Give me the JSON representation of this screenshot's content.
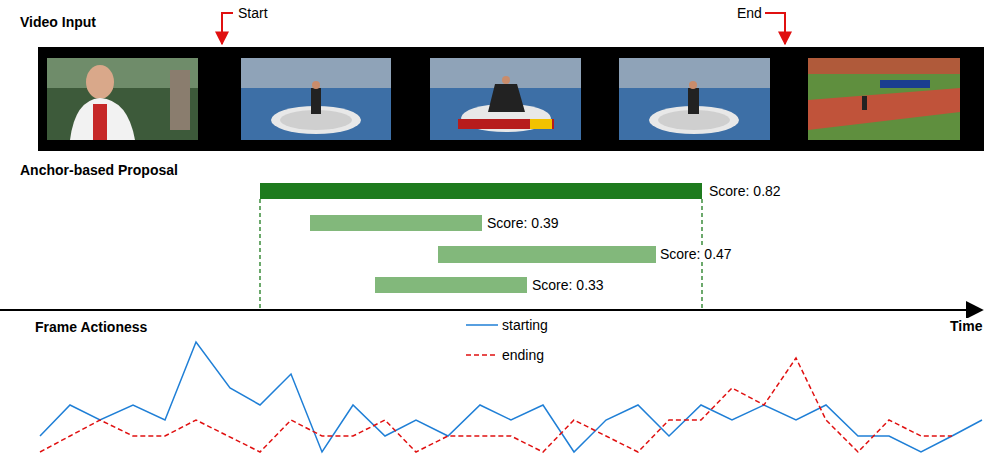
{
  "diagram": {
    "labels": [
      "Video Input",
      "Start",
      "End",
      "Anchor-based Proposal",
      "Score: 0.82",
      "Score: 0.39",
      "Score: 0.47",
      "Score: 0.33",
      "Time",
      "Frame Actioness"
    ],
    "legend": [
      {
        "text": "starting"
      },
      {
        "text": "ending"
      }
    ]
  }
}
